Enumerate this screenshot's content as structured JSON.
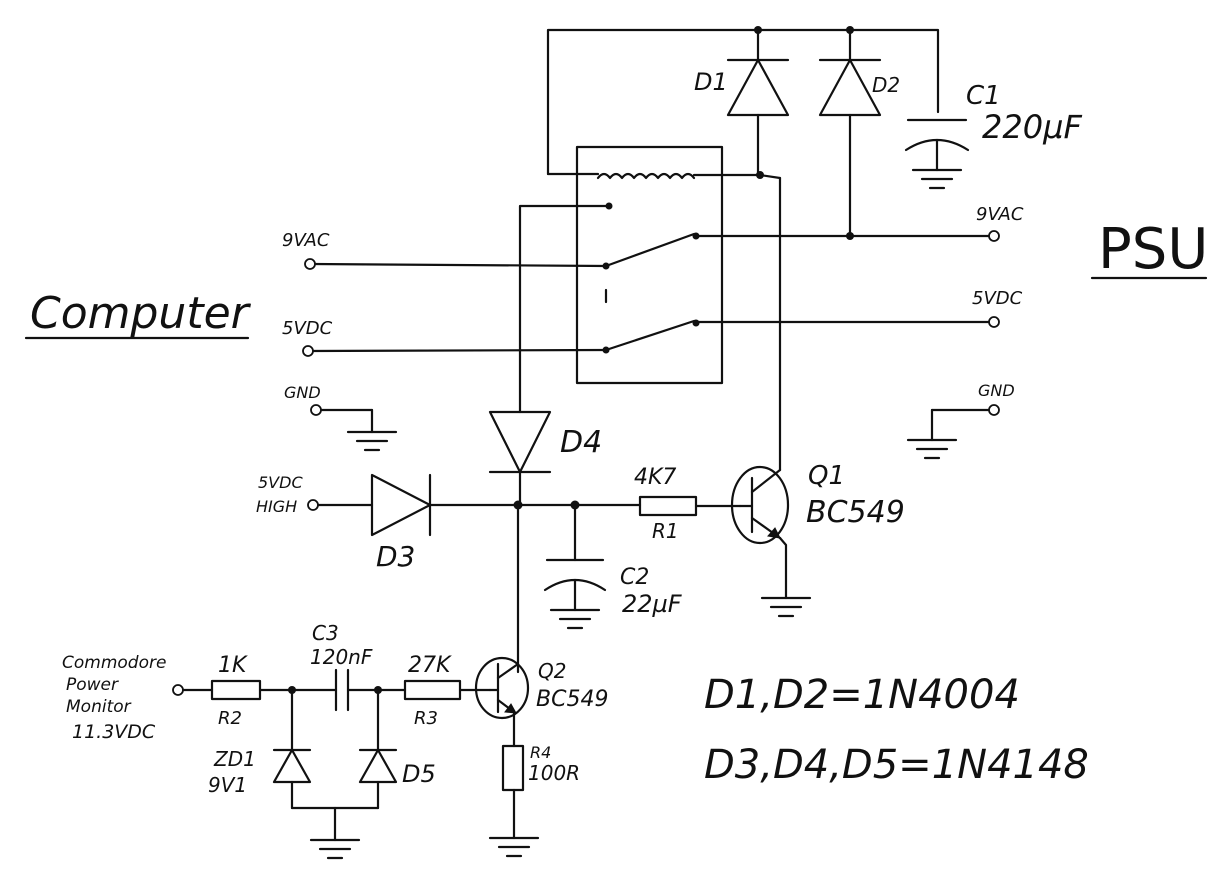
{
  "labels": {
    "computer": "Computer",
    "psu": "PSU",
    "left_9vac": "9VAC",
    "left_5vdc": "5VDC",
    "left_gnd": "GND",
    "right_9vac": "9VAC",
    "right_5vdc": "5VDC",
    "right_gnd": "GND",
    "high_line1": "5VDC",
    "high_line2": "HIGH",
    "monitor_line1": "Commodore",
    "monitor_line2": "Power",
    "monitor_line3": "Monitor",
    "monitor_line4": "11.3VDC"
  },
  "components": {
    "d1": "D1",
    "d2": "D2",
    "c1_name": "C1",
    "c1_value": "220µF",
    "d4": "D4",
    "d3": "D3",
    "r1_value": "4K7",
    "r1_name": "R1",
    "q1_name": "Q1",
    "q1_type": "BC549",
    "c2_name": "C2",
    "c2_value": "22µF",
    "c3_name": "C3",
    "c3_value": "120nF",
    "r2_value": "1K",
    "r2_name": "R2",
    "r3_value": "27K",
    "r3_name": "R3",
    "q2_name": "Q2",
    "q2_type": "BC549",
    "r4_name": "R4",
    "r4_value": "100R",
    "zd1_name": "ZD1",
    "zd1_value": "9V1",
    "d5": "D5"
  },
  "notes": {
    "line1": "D1,D2=1N4004",
    "line2": "D3,D4,D5=1N4148"
  }
}
